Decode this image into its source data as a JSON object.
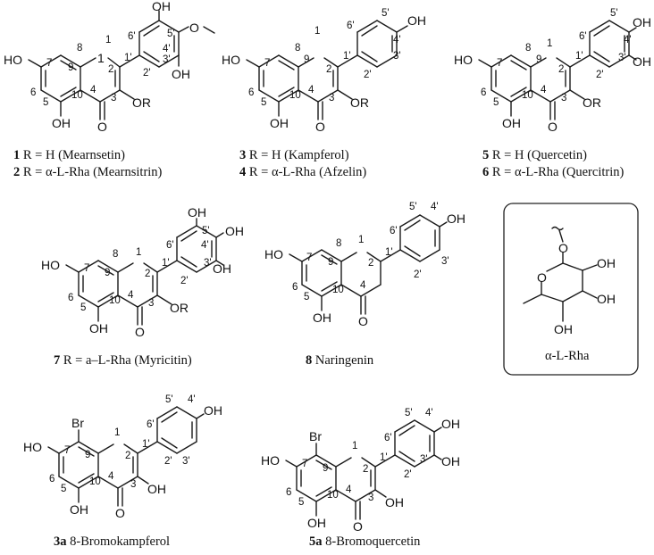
{
  "figure": {
    "structures": [
      {
        "id": "s1",
        "atoms": {
          "oh_top": "OH",
          "o_me": "O",
          "oh_3p": "OH",
          "ho_7": "HO",
          "oh_5": "OH",
          "o_carbonyl": "O",
          "o_ring": "1",
          "or": "OR"
        },
        "numbers": [
          "8",
          "1",
          "6'",
          "5'",
          "4'",
          "2",
          "1'",
          "3'",
          "7",
          "9",
          "6",
          "10",
          "4",
          "3",
          "2'",
          "5"
        ],
        "caption_lines": [
          {
            "id": "1",
            "text": " R = H (Mearnsetin)"
          },
          {
            "id": "2",
            "text": " R = α-L-Rha (Mearnsitrin)"
          }
        ]
      },
      {
        "id": "s3",
        "atoms": {
          "oh_4p": "OH",
          "ho_7": "HO",
          "oh_5": "OH",
          "o_carbonyl": "O",
          "or": "OR"
        },
        "numbers": [
          "1",
          "6'",
          "5'",
          "4'",
          "8",
          "9",
          "2",
          "1'",
          "7",
          "6",
          "10",
          "4",
          "3",
          "2'",
          "3'",
          "5"
        ],
        "caption_lines": [
          {
            "id": "3",
            "text": " R = H (Kampferol)"
          },
          {
            "id": "4",
            "text": " R = α-L-Rha (Afzelin)"
          }
        ]
      },
      {
        "id": "s5",
        "atoms": {
          "oh_4p": "OH",
          "oh_3p": "OH",
          "ho_7": "HO",
          "oh_5": "OH",
          "o_carbonyl": "O",
          "or": "OR"
        },
        "numbers": [
          "1",
          "6'",
          "5'",
          "4'",
          "8",
          "9",
          "2",
          "1'",
          "7",
          "6",
          "10",
          "4",
          "3",
          "2'",
          "3'",
          "5"
        ],
        "caption_lines": [
          {
            "id": "5",
            "text": " R = H (Quercetin)"
          },
          {
            "id": "6",
            "text": " R = α-L-Rha (Quercitrin)"
          }
        ]
      },
      {
        "id": "s7",
        "atoms": {
          "oh_5p": "OH",
          "oh_4p": "OH",
          "oh_3p": "OH",
          "ho_7": "HO",
          "oh_5": "OH",
          "o_carbonyl": "O",
          "or": "OR"
        },
        "numbers": [
          "5'",
          "4'",
          "6'",
          "8",
          "1",
          "2",
          "1'",
          "7",
          "9",
          "6",
          "10",
          "4",
          "3",
          "2'",
          "3'",
          "5"
        ],
        "caption_lines": [
          {
            "id": "7",
            "text": " R = a–L-Rha (Myricitin)"
          }
        ]
      },
      {
        "id": "s8",
        "atoms": {
          "oh_4p": "OH",
          "ho_7": "HO",
          "oh_5": "OH",
          "o_carbonyl": "O"
        },
        "numbers": [
          "5'",
          "4'",
          "6'",
          "8",
          "1",
          "7",
          "9",
          "2",
          "1'",
          "3'",
          "2'",
          "6",
          "10",
          "4",
          "5"
        ],
        "caption_lines": [
          {
            "id": "8",
            "text": " Naringenin"
          }
        ]
      },
      {
        "id": "rha",
        "atoms": {
          "o_link": "O",
          "o_ring": "O",
          "oh_a": "OH",
          "oh_b": "OH",
          "oh_c": "OH"
        },
        "label": "α-L-Rha"
      },
      {
        "id": "s3a",
        "atoms": {
          "br": "Br",
          "oh_4p": "OH",
          "ho_7": "HO",
          "oh_3": "OH",
          "oh_5": "OH",
          "o_carbonyl": "O"
        },
        "numbers": [
          "1",
          "5'",
          "4'",
          "6'",
          "7",
          "9",
          "2",
          "1'",
          "2'",
          "3'",
          "6",
          "10",
          "4",
          "3",
          "5"
        ],
        "caption_lines": [
          {
            "id": "3a",
            "text": " 8-Bromokampferol"
          }
        ]
      },
      {
        "id": "s5a",
        "atoms": {
          "br": "Br",
          "oh_4p": "OH",
          "oh_3p": "OH",
          "ho_7": "HO",
          "oh_3": "OH",
          "oh_5": "OH",
          "o_carbonyl": "O"
        },
        "numbers": [
          "1",
          "5'",
          "4'",
          "6'",
          "7",
          "9",
          "2",
          "1'",
          "3'",
          "2'",
          "6",
          "10",
          "4",
          "3",
          "5"
        ],
        "caption_lines": [
          {
            "id": "5a",
            "text": " 8-Bromoquercetin"
          }
        ]
      }
    ]
  }
}
